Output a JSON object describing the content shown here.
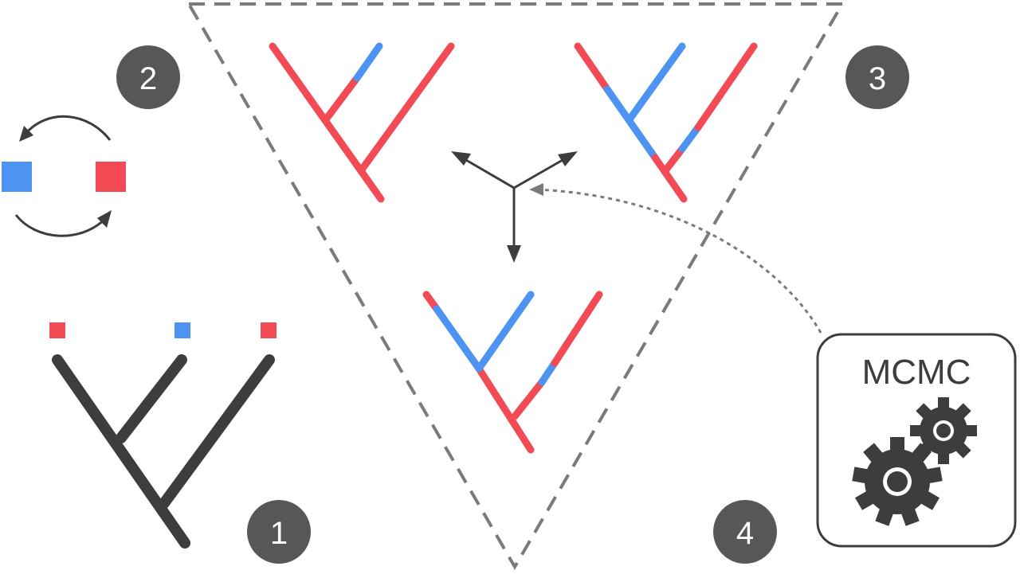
{
  "colors": {
    "red": "#f24b55",
    "blue": "#4d94f2",
    "dark": "#3d3d3d",
    "badge": "#575757",
    "dashed": "#7a7a7a"
  },
  "badges": [
    {
      "id": "step-1",
      "label": "1"
    },
    {
      "id": "step-2",
      "label": "2"
    },
    {
      "id": "step-3",
      "label": "3"
    },
    {
      "id": "step-4",
      "label": "4"
    }
  ],
  "mcmc_box": {
    "label": "MCMC",
    "icon": "gears-icon"
  },
  "tip_states": [
    "red",
    "blue",
    "red"
  ],
  "transition_states": [
    "blue",
    "red"
  ]
}
